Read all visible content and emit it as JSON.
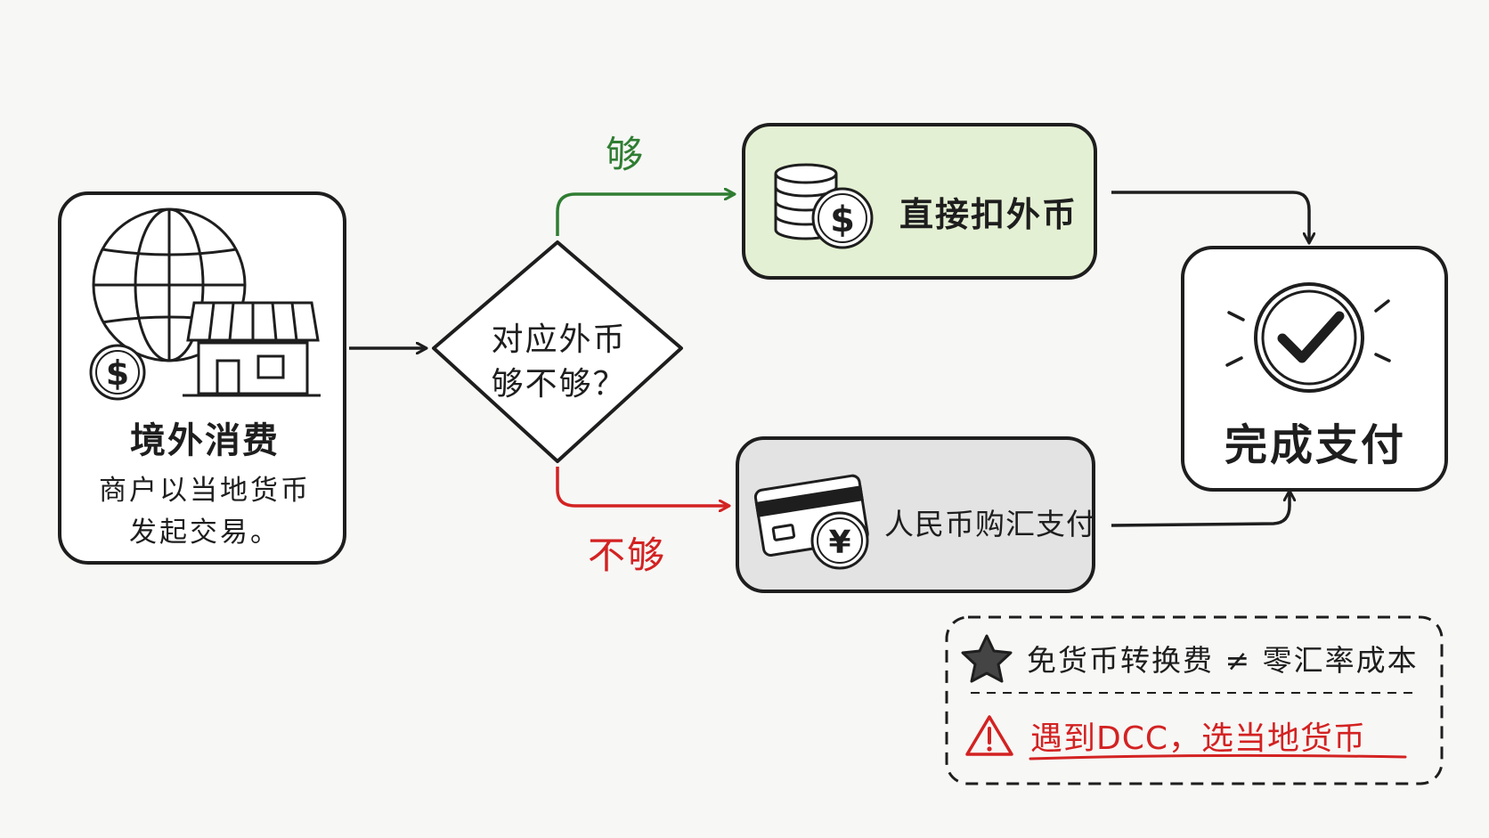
{
  "start": {
    "title": "境外消费",
    "desc_line1": "商户以当地货币",
    "desc_line2": "发起交易。"
  },
  "decision": {
    "line1": "对应外币",
    "line2": "够不够？"
  },
  "branch_yes": {
    "label": "够"
  },
  "branch_no": {
    "label": "不够"
  },
  "box_foreign": {
    "label": "直接扣外币"
  },
  "box_rmb": {
    "label": "人民币购汇支付"
  },
  "done": {
    "label": "完成支付"
  },
  "notes": {
    "note1": "免货币转换费 ≠ 零汇率成本",
    "note2": "遇到DCC，选当地货币"
  },
  "colors": {
    "yes_green": "#2f7d32",
    "no_red": "#d32222",
    "box_foreign_fill": "#e4f0d3",
    "box_rmb_fill": "#e3e3e3"
  },
  "icons": {
    "start": [
      "globe-icon",
      "shop-icon",
      "dollar-coin-icon"
    ],
    "box_foreign": [
      "coin-stack-icon",
      "dollar-coin-icon"
    ],
    "box_rmb": [
      "credit-card-icon",
      "yuan-coin-icon"
    ],
    "done": "check-circle-icon",
    "note1": "star-icon",
    "note2": "warning-icon"
  }
}
